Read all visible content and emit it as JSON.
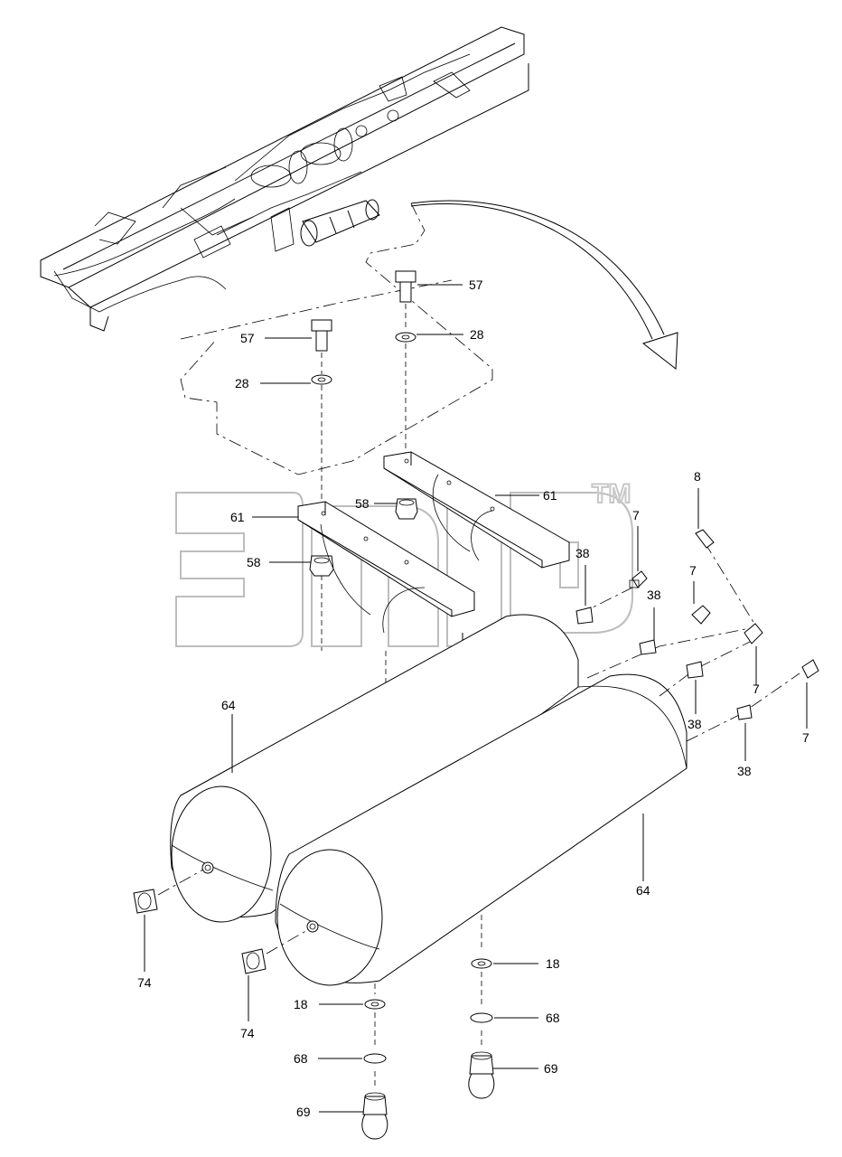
{
  "callouts": {
    "c57a": "57",
    "c57b": "57",
    "c28a": "28",
    "c28b": "28",
    "c58a": "58",
    "c58b": "58",
    "c61a": "61",
    "c61b": "61",
    "c8": "8",
    "c7a": "7",
    "c7b": "7",
    "c7c": "7",
    "c7d": "7",
    "c38a": "38",
    "c38b": "38",
    "c38c": "38",
    "c38d": "38",
    "c64a": "64",
    "c64b": "64",
    "c74a": "74",
    "c74b": "74",
    "c18a": "18",
    "c18b": "18",
    "c68a": "68",
    "c68b": "68",
    "c69a": "69",
    "c69b": "69"
  },
  "watermark": {
    "trademark": "TM"
  },
  "icons": [
    "chassis-frame-icon",
    "direction-arrow-icon",
    "receiver-tank-icon",
    "bolt-icon",
    "washer-icon",
    "nut-icon",
    "bracket-icon",
    "fitting-icon",
    "drain-valve-icon"
  ]
}
